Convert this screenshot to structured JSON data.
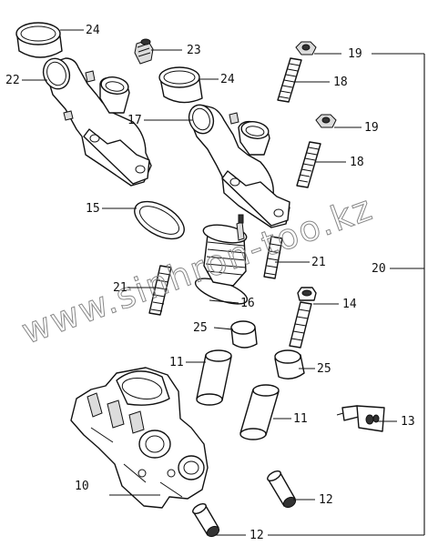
{
  "watermark": "www.sinhron-too.kz",
  "callouts": {
    "c24a": "24",
    "c23": "23",
    "c22": "22",
    "c24b": "24",
    "c19a": "19",
    "c17": "17",
    "c18a": "18",
    "c19b": "19",
    "c18b": "18",
    "c15": "15",
    "c21a": "21",
    "c21b": "21",
    "c16": "16",
    "c14": "14",
    "c20": "20",
    "c25a": "25",
    "c11a": "11",
    "c25b": "25",
    "c11b": "11",
    "c13": "13",
    "c10": "10",
    "c12a": "12",
    "c12b": "12"
  }
}
